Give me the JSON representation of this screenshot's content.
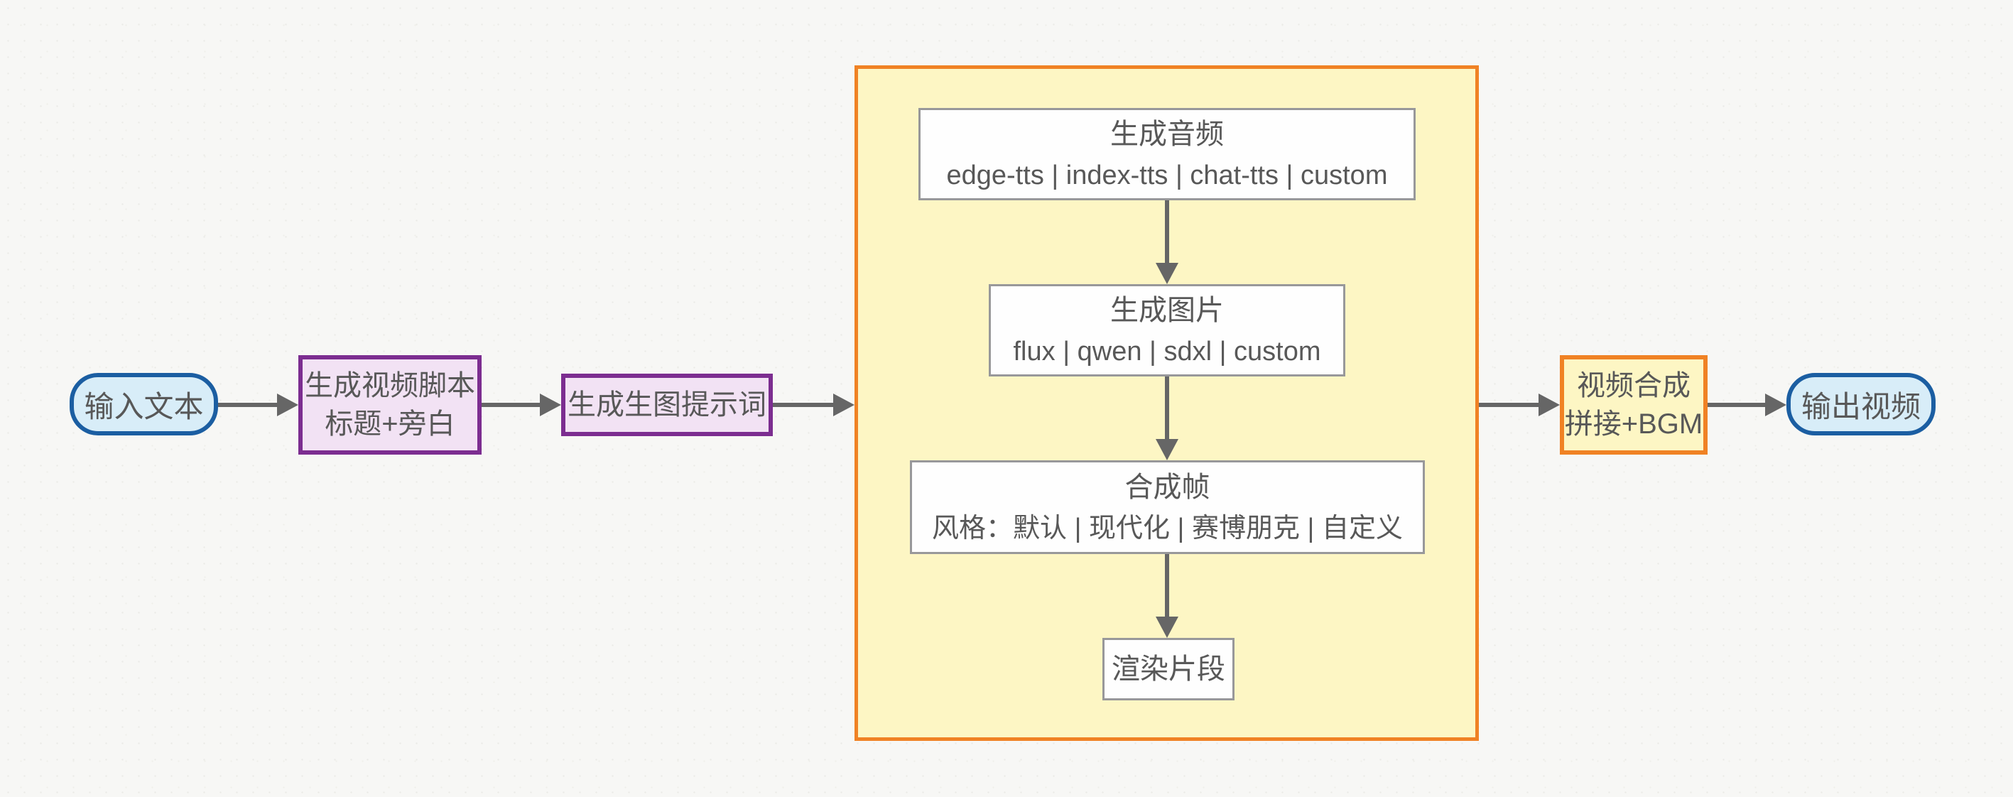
{
  "diagram": {
    "type": "flowchart",
    "direction": "left-to-right",
    "nodes": {
      "input": {
        "label": "输入文本",
        "shape": "terminal-pill"
      },
      "script": {
        "line1": "生成视频脚本",
        "line2": "标题+旁白",
        "shape": "process-purple"
      },
      "prompt": {
        "label": "生成生图提示词",
        "shape": "process-purple"
      },
      "audio": {
        "title": "生成音频",
        "subtitle": "edge-tts | index-tts | chat-tts | custom",
        "shape": "sub-step"
      },
      "image": {
        "title": "生成图片",
        "subtitle": "flux | qwen | sdxl | custom",
        "shape": "sub-step"
      },
      "frame": {
        "title": "合成帧",
        "subtitle": "风格：默认 | 现代化 | 赛博朋克 | 自定义",
        "shape": "sub-step"
      },
      "render": {
        "label": "渲染片段",
        "shape": "sub-step"
      },
      "compose": {
        "line1": "视频合成",
        "line2": "拼接+BGM",
        "shape": "process-orange"
      },
      "output": {
        "label": "输出视频",
        "shape": "terminal-pill"
      }
    },
    "group": {
      "contains": [
        "audio",
        "image",
        "frame",
        "render"
      ],
      "label": ""
    },
    "edges": [
      "input->script",
      "script->prompt",
      "prompt->group",
      "audio->image",
      "image->frame",
      "frame->render",
      "group->compose",
      "compose->output"
    ],
    "colors": {
      "background": "#f7f7f5",
      "terminal_border": "#1b5ea2",
      "terminal_fill": "#d8edf8",
      "purple_border": "#7c2d90",
      "purple_fill": "#f2e2f4",
      "orange_border": "#f08224",
      "yellow_fill": "#fdf6c4",
      "inner_box_border": "#98989a",
      "inner_box_fill": "#fefefe",
      "arrow": "#666666",
      "text": "#585858"
    }
  }
}
